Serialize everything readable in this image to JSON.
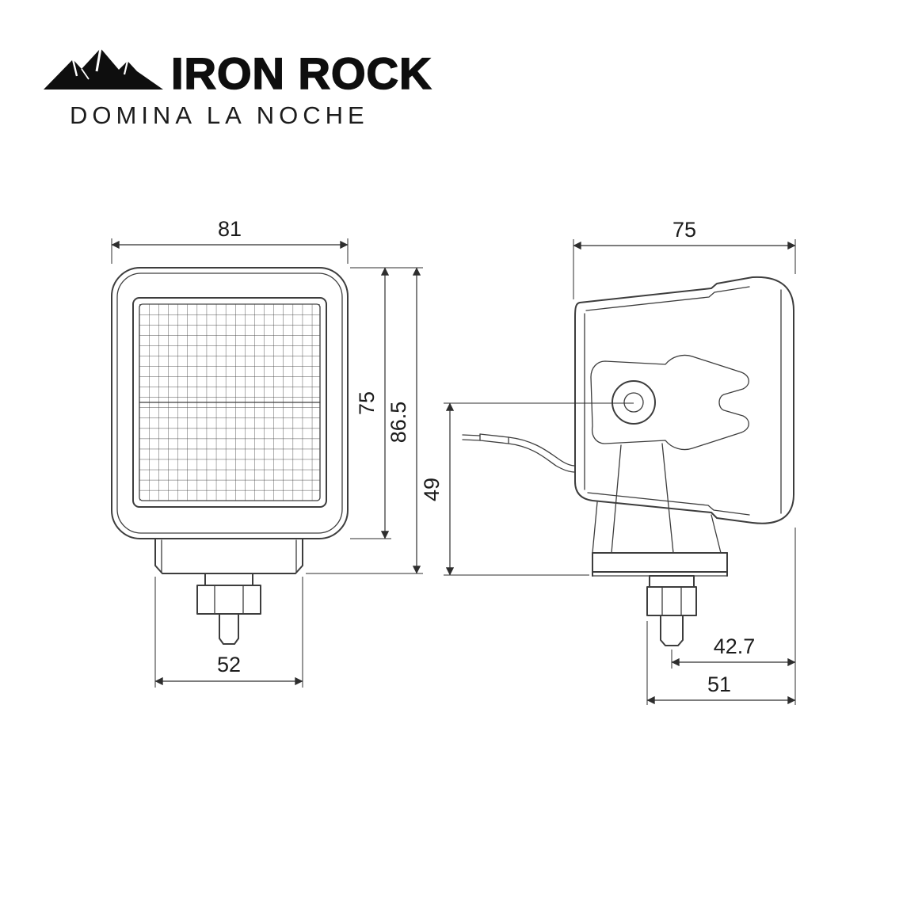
{
  "brand": {
    "name": "IRON ROCK",
    "tagline": "DOMINA LA NOCHE",
    "logo_icon": "mountains-icon"
  },
  "views": {
    "front": {
      "name": "front-view",
      "dims": {
        "width_top": "81",
        "body_height": "75",
        "total_height": "86.5",
        "bracket_width": "52"
      }
    },
    "side": {
      "name": "side-view",
      "dims": {
        "depth_top": "75",
        "connector_height": "49",
        "bolt_offset": "42.7",
        "base_offset": "51"
      }
    }
  },
  "colors": {
    "background": "#ffffff",
    "line": "#3d3d3d",
    "text": "#1b1b1b"
  }
}
